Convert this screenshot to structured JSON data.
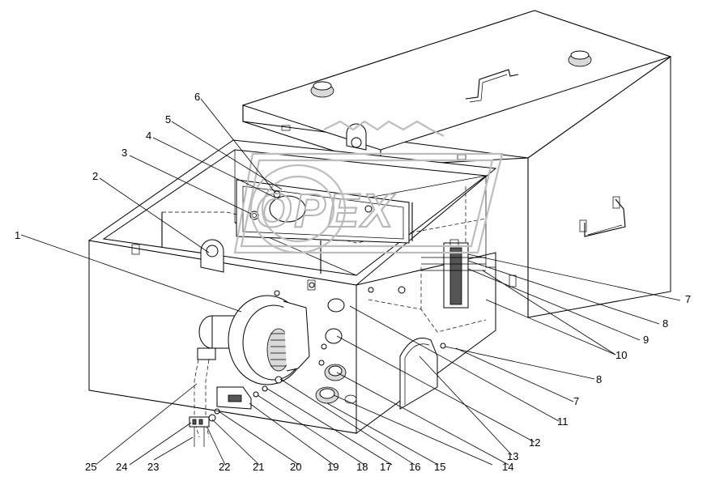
{
  "watermark": {
    "text": "OPEX"
  },
  "callouts": [
    "1",
    "2",
    "3",
    "4",
    "5",
    "6",
    "7",
    "8",
    "9",
    "10",
    "7",
    "8",
    "11",
    "12",
    "13",
    "14",
    "15",
    "16",
    "17",
    "18",
    "19",
    "20",
    "21",
    "22",
    "23",
    "24",
    "25"
  ],
  "colors": {
    "line": "#000000",
    "background": "#ffffff",
    "watermark": "#bdbdbd"
  }
}
